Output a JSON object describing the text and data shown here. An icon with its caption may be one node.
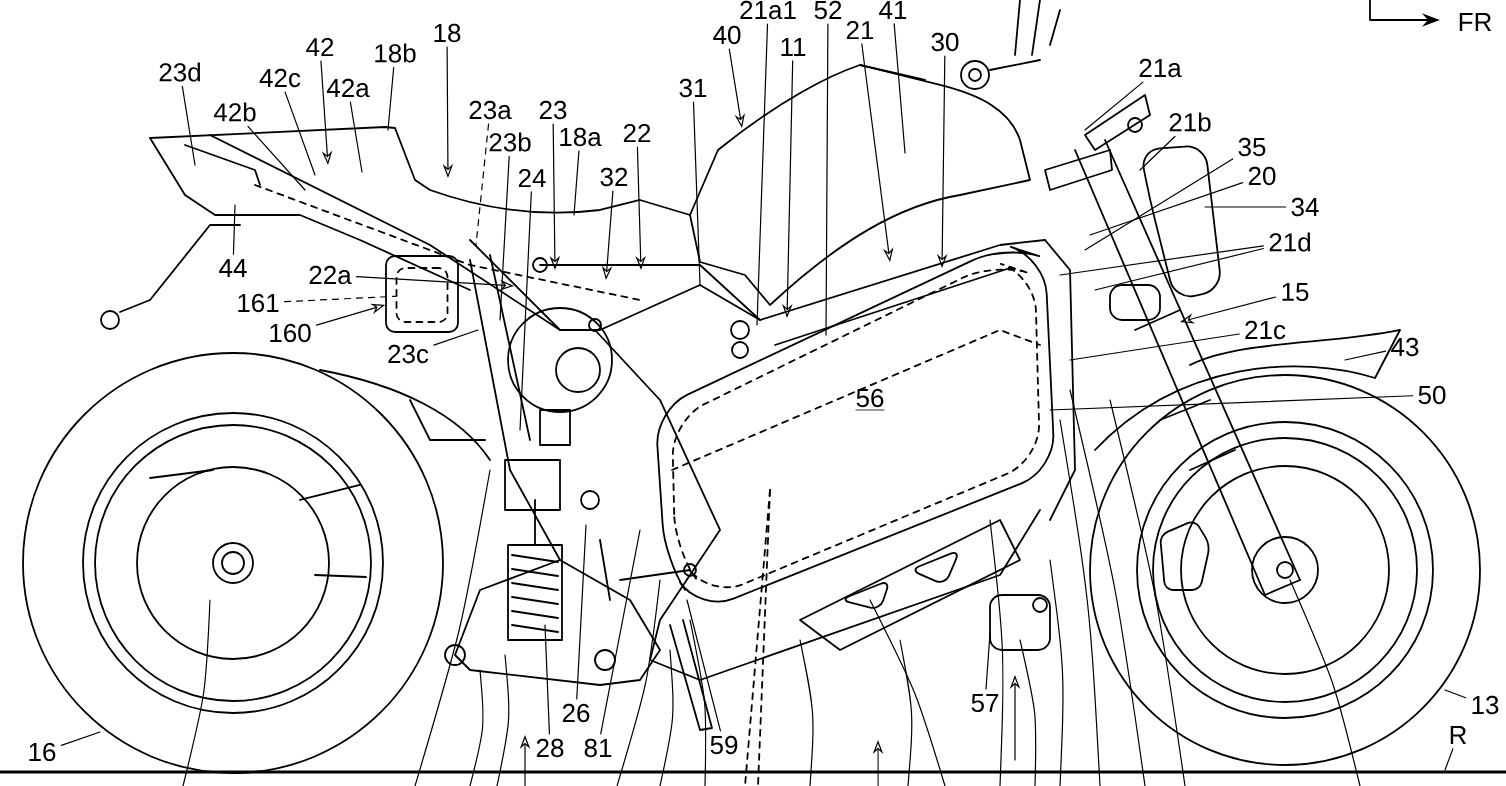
{
  "diagram": {
    "nodes": [
      {
        "text": [
          "21a1"
        ]
      },
      {
        "text": [
          "52"
        ]
      },
      {
        "text": [
          "41"
        ]
      },
      {
        "text": [
          "18"
        ]
      },
      {
        "text": [
          "40"
        ]
      },
      {
        "text": [
          "21"
        ]
      },
      {
        "text": [
          "30"
        ]
      },
      {
        "text": [
          "42"
        ]
      },
      {
        "text": [
          "11"
        ]
      },
      {
        "text": [
          "18b"
        ]
      },
      {
        "text": [
          "21a"
        ]
      },
      {
        "text": [
          "23d"
        ]
      },
      {
        "text": [
          "42c"
        ]
      },
      {
        "text": [
          "31"
        ]
      },
      {
        "text": [
          "42a"
        ]
      },
      {
        "text": [
          "23a"
        ]
      },
      {
        "text": [
          "23"
        ]
      },
      {
        "text": [
          "42b"
        ]
      },
      {
        "text": [
          "21b"
        ]
      },
      {
        "text": [
          "22"
        ]
      },
      {
        "text": [
          "18a"
        ]
      },
      {
        "text": [
          "23b"
        ]
      },
      {
        "text": [
          "35"
        ]
      },
      {
        "text": [
          "20"
        ]
      },
      {
        "text": [
          "24"
        ]
      },
      {
        "text": [
          "32"
        ]
      },
      {
        "text": [
          "34"
        ]
      },
      {
        "text": [
          "21d"
        ]
      },
      {
        "text": [
          "44"
        ]
      },
      {
        "text": [
          "22a"
        ]
      },
      {
        "text": [
          "15"
        ]
      },
      {
        "text": [
          "161"
        ]
      },
      {
        "text": [
          "21c"
        ]
      },
      {
        "text": [
          "160"
        ]
      },
      {
        "text": [
          "43"
        ]
      },
      {
        "text": [
          "23c"
        ]
      },
      {
        "text": [
          "50"
        ]
      },
      {
        "text": [
          "57"
        ]
      },
      {
        "text": [
          "26"
        ]
      },
      {
        "text": [
          "13"
        ]
      },
      {
        "text": [
          "R"
        ]
      },
      {
        "text": [
          "59"
        ]
      },
      {
        "text": [
          "28"
        ]
      },
      {
        "text": [
          "81"
        ]
      },
      {
        "text": [
          "16"
        ]
      },
      {
        "text": [],
        "shape": "box"
      },
      {
        "text": [],
        "shape": "box",
        "in": 45
      }
    ],
    "edges": [
      {
        "from": 0,
        "to": null,
        "arrow": "none"
      },
      {
        "from": 1,
        "to": null,
        "arrow": "none"
      },
      {
        "from": 2,
        "to": null,
        "arrow": "none"
      },
      {
        "from": 3,
        "to": null,
        "arrow": "to"
      },
      {
        "from": 4,
        "to": null,
        "arrow": "to"
      },
      {
        "from": 5,
        "to": null,
        "arrow": "to"
      },
      {
        "from": 6,
        "to": null,
        "arrow": "to"
      },
      {
        "from": 7,
        "to": null,
        "arrow": "to"
      },
      {
        "from": 8,
        "to": null,
        "arrow": "to"
      },
      {
        "from": 9,
        "to": null,
        "arrow": "none"
      },
      {
        "from": 10,
        "to": null,
        "arrow": "none"
      },
      {
        "from": 11,
        "to": null,
        "arrow": "none"
      },
      {
        "from": 12,
        "to": null,
        "arrow": "none"
      },
      {
        "from": 13,
        "to": null,
        "arrow": "none"
      },
      {
        "from": 14,
        "to": null,
        "arrow": "none"
      },
      {
        "from": 15,
        "to": null,
        "arrow": "none",
        "style": "dashed"
      },
      {
        "from": 16,
        "to": null,
        "arrow": "to"
      },
      {
        "from": 17,
        "to": null,
        "arrow": "none"
      },
      {
        "from": 18,
        "to": null,
        "arrow": "none"
      },
      {
        "from": 19,
        "to": null,
        "arrow": "to"
      },
      {
        "from": 20,
        "to": null,
        "arrow": "none"
      },
      {
        "from": 21,
        "to": null,
        "arrow": "none"
      },
      {
        "from": 22,
        "to": null,
        "arrow": "none"
      },
      {
        "from": 23,
        "to": null,
        "arrow": "none"
      },
      {
        "from": 24,
        "to": null,
        "arrow": "none"
      },
      {
        "from": 25,
        "to": null,
        "arrow": "to"
      },
      {
        "from": 26,
        "to": null,
        "arrow": "none"
      },
      {
        "from": 27,
        "to": null,
        "arrow": "none"
      },
      {
        "from": 27,
        "to": null,
        "arrow": "none"
      },
      {
        "from": 28,
        "to": null,
        "arrow": "none"
      },
      {
        "from": 29,
        "to": null,
        "arrow": "to"
      },
      {
        "from": 30,
        "to": null,
        "arrow": "to"
      },
      {
        "from": 31,
        "to": 46,
        "arrow": "none",
        "style": "dashed"
      },
      {
        "from": 32,
        "to": null,
        "arrow": "none"
      },
      {
        "from": 33,
        "to": 45,
        "arrow": "to"
      },
      {
        "from": 34,
        "to": null,
        "arrow": "none"
      },
      {
        "from": 35,
        "to": null,
        "arrow": "none"
      },
      {
        "from": 36,
        "to": null,
        "arrow": "none"
      },
      {
        "from": 37,
        "to": null,
        "arrow": "none"
      },
      {
        "from": 38,
        "to": null,
        "arrow": "none"
      },
      {
        "from": 39,
        "to": null,
        "arrow": "none"
      },
      {
        "from": 40,
        "to": null,
        "arrow": "none"
      },
      {
        "from": 41,
        "to": null,
        "arrow": "none"
      },
      {
        "from": 42,
        "to": null,
        "arrow": "none"
      },
      {
        "from": 43,
        "to": null,
        "arrow": "none"
      },
      {
        "from": 44,
        "to": null,
        "arrow": "none"
      }
    ],
    "labels": [
      "56",
      "FR"
    ]
  }
}
